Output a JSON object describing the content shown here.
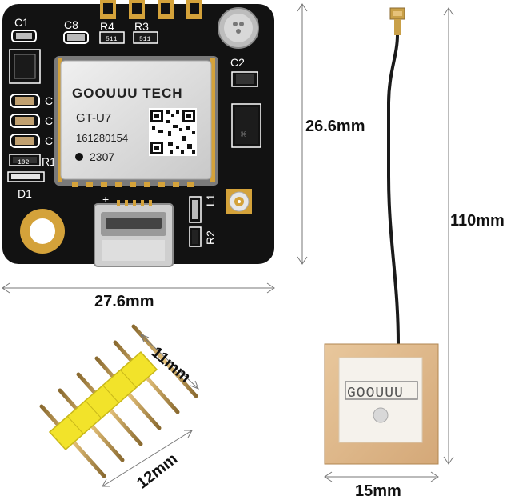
{
  "dimensions": {
    "board_height": "26.6mm",
    "board_width": "27.6mm",
    "cable_length": "110mm",
    "patch_width": "15mm",
    "pin_length": "11mm",
    "pin_row_width": "12mm"
  },
  "board": {
    "brand": "GOOUUU TECH",
    "model": "GT-U7",
    "serial": "161280154",
    "batch": "2307",
    "silkscreen": [
      "C1",
      "C8",
      "R4",
      "R3",
      "C2",
      "C",
      "C",
      "C",
      "R1",
      "D1",
      "L1",
      "R2",
      "+"
    ],
    "resistor_codes": [
      "511",
      "511",
      "102"
    ]
  },
  "antenna": {
    "patch_logo": "GOOUUU"
  },
  "colors": {
    "board": "#111111",
    "module_shield": "#d9d9d9",
    "gold": "#d4a23a",
    "patch_ceramic": "#e0b98a",
    "header_plastic": "#f2e32a",
    "pins": "#c8a25a"
  }
}
